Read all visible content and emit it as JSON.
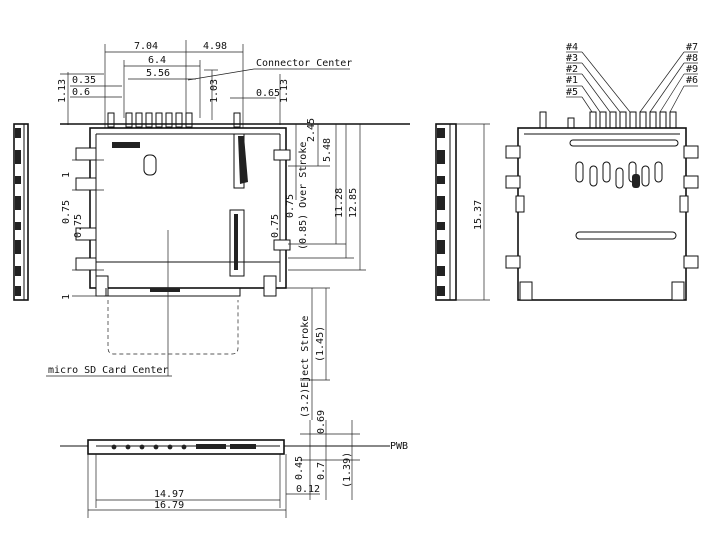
{
  "labels": {
    "connector_center": "Connector Center",
    "micro_sd_card_center": "micro SD Card Center",
    "over_stroke": "(0.85) Over Stroke",
    "eject_stroke": "(3.2)Eject Stroke",
    "pwb": "PWB"
  },
  "dimensions": {
    "d704": "7.04",
    "d498": "4.98",
    "d64": "6.4",
    "d556": "5.56",
    "d035": "0.35",
    "d06": "0.6",
    "d113a": "1.13",
    "d103": "1.03",
    "d065": "0.65",
    "d113b": "1.13",
    "d245": "2.45",
    "d548": "5.48",
    "d1128": "11.28",
    "d1285": "12.85",
    "d1": "1",
    "d075a": "0.75",
    "d075b": "0.75",
    "d075c": "0.75",
    "d075d": "0.75",
    "d145": "(1.45)",
    "d1537": "15.37",
    "d069": "0.69",
    "d045": "0.45",
    "d07": "0.7",
    "d139": "(1.39)",
    "d012": "0.12",
    "d1497": "14.97",
    "d1679": "16.79"
  },
  "pins": {
    "left": [
      "#4",
      "#3",
      "#2",
      "#1",
      "#5"
    ],
    "right": [
      "#7",
      "#8",
      "#9",
      "#6"
    ]
  }
}
